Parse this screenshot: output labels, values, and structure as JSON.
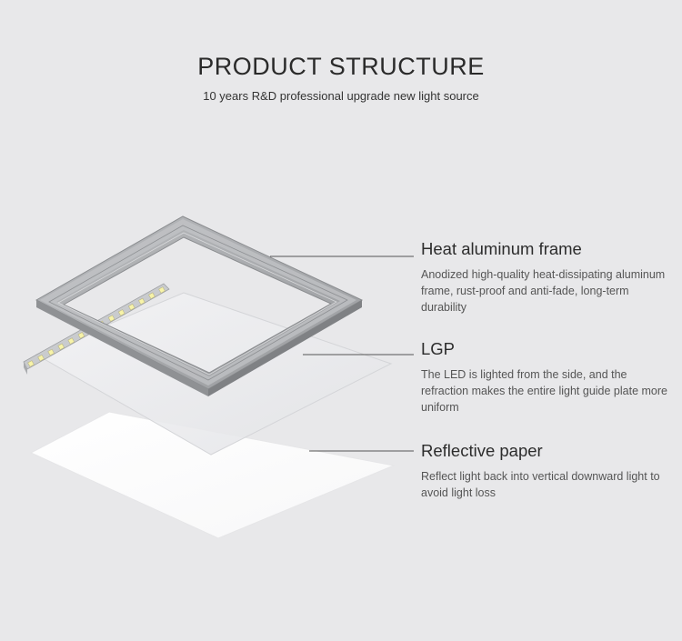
{
  "header": {
    "title": "PRODUCT STRUCTURE",
    "subtitle": "10 years R&D professional upgrade new light source"
  },
  "components": [
    {
      "heading": "Heat aluminum frame",
      "description": "Anodized high-quality heat-dissipating aluminum frame, rust-proof and anti-fade, long-term durability"
    },
    {
      "heading": "LGP",
      "description": "The LED is lighted from the side, and the refraction makes the entire light guide plate more uniform"
    },
    {
      "heading": "Reflective paper",
      "description": "Reflect light back into vertical downward light to avoid light loss"
    }
  ],
  "colors": {
    "background": "#e8e8ea",
    "frame": "#a6a8ab",
    "lgp": "#f0f0f2",
    "reflective_paper": "#ffffff",
    "led_strip": "#c7c9cc",
    "leader_line": "#555555"
  }
}
